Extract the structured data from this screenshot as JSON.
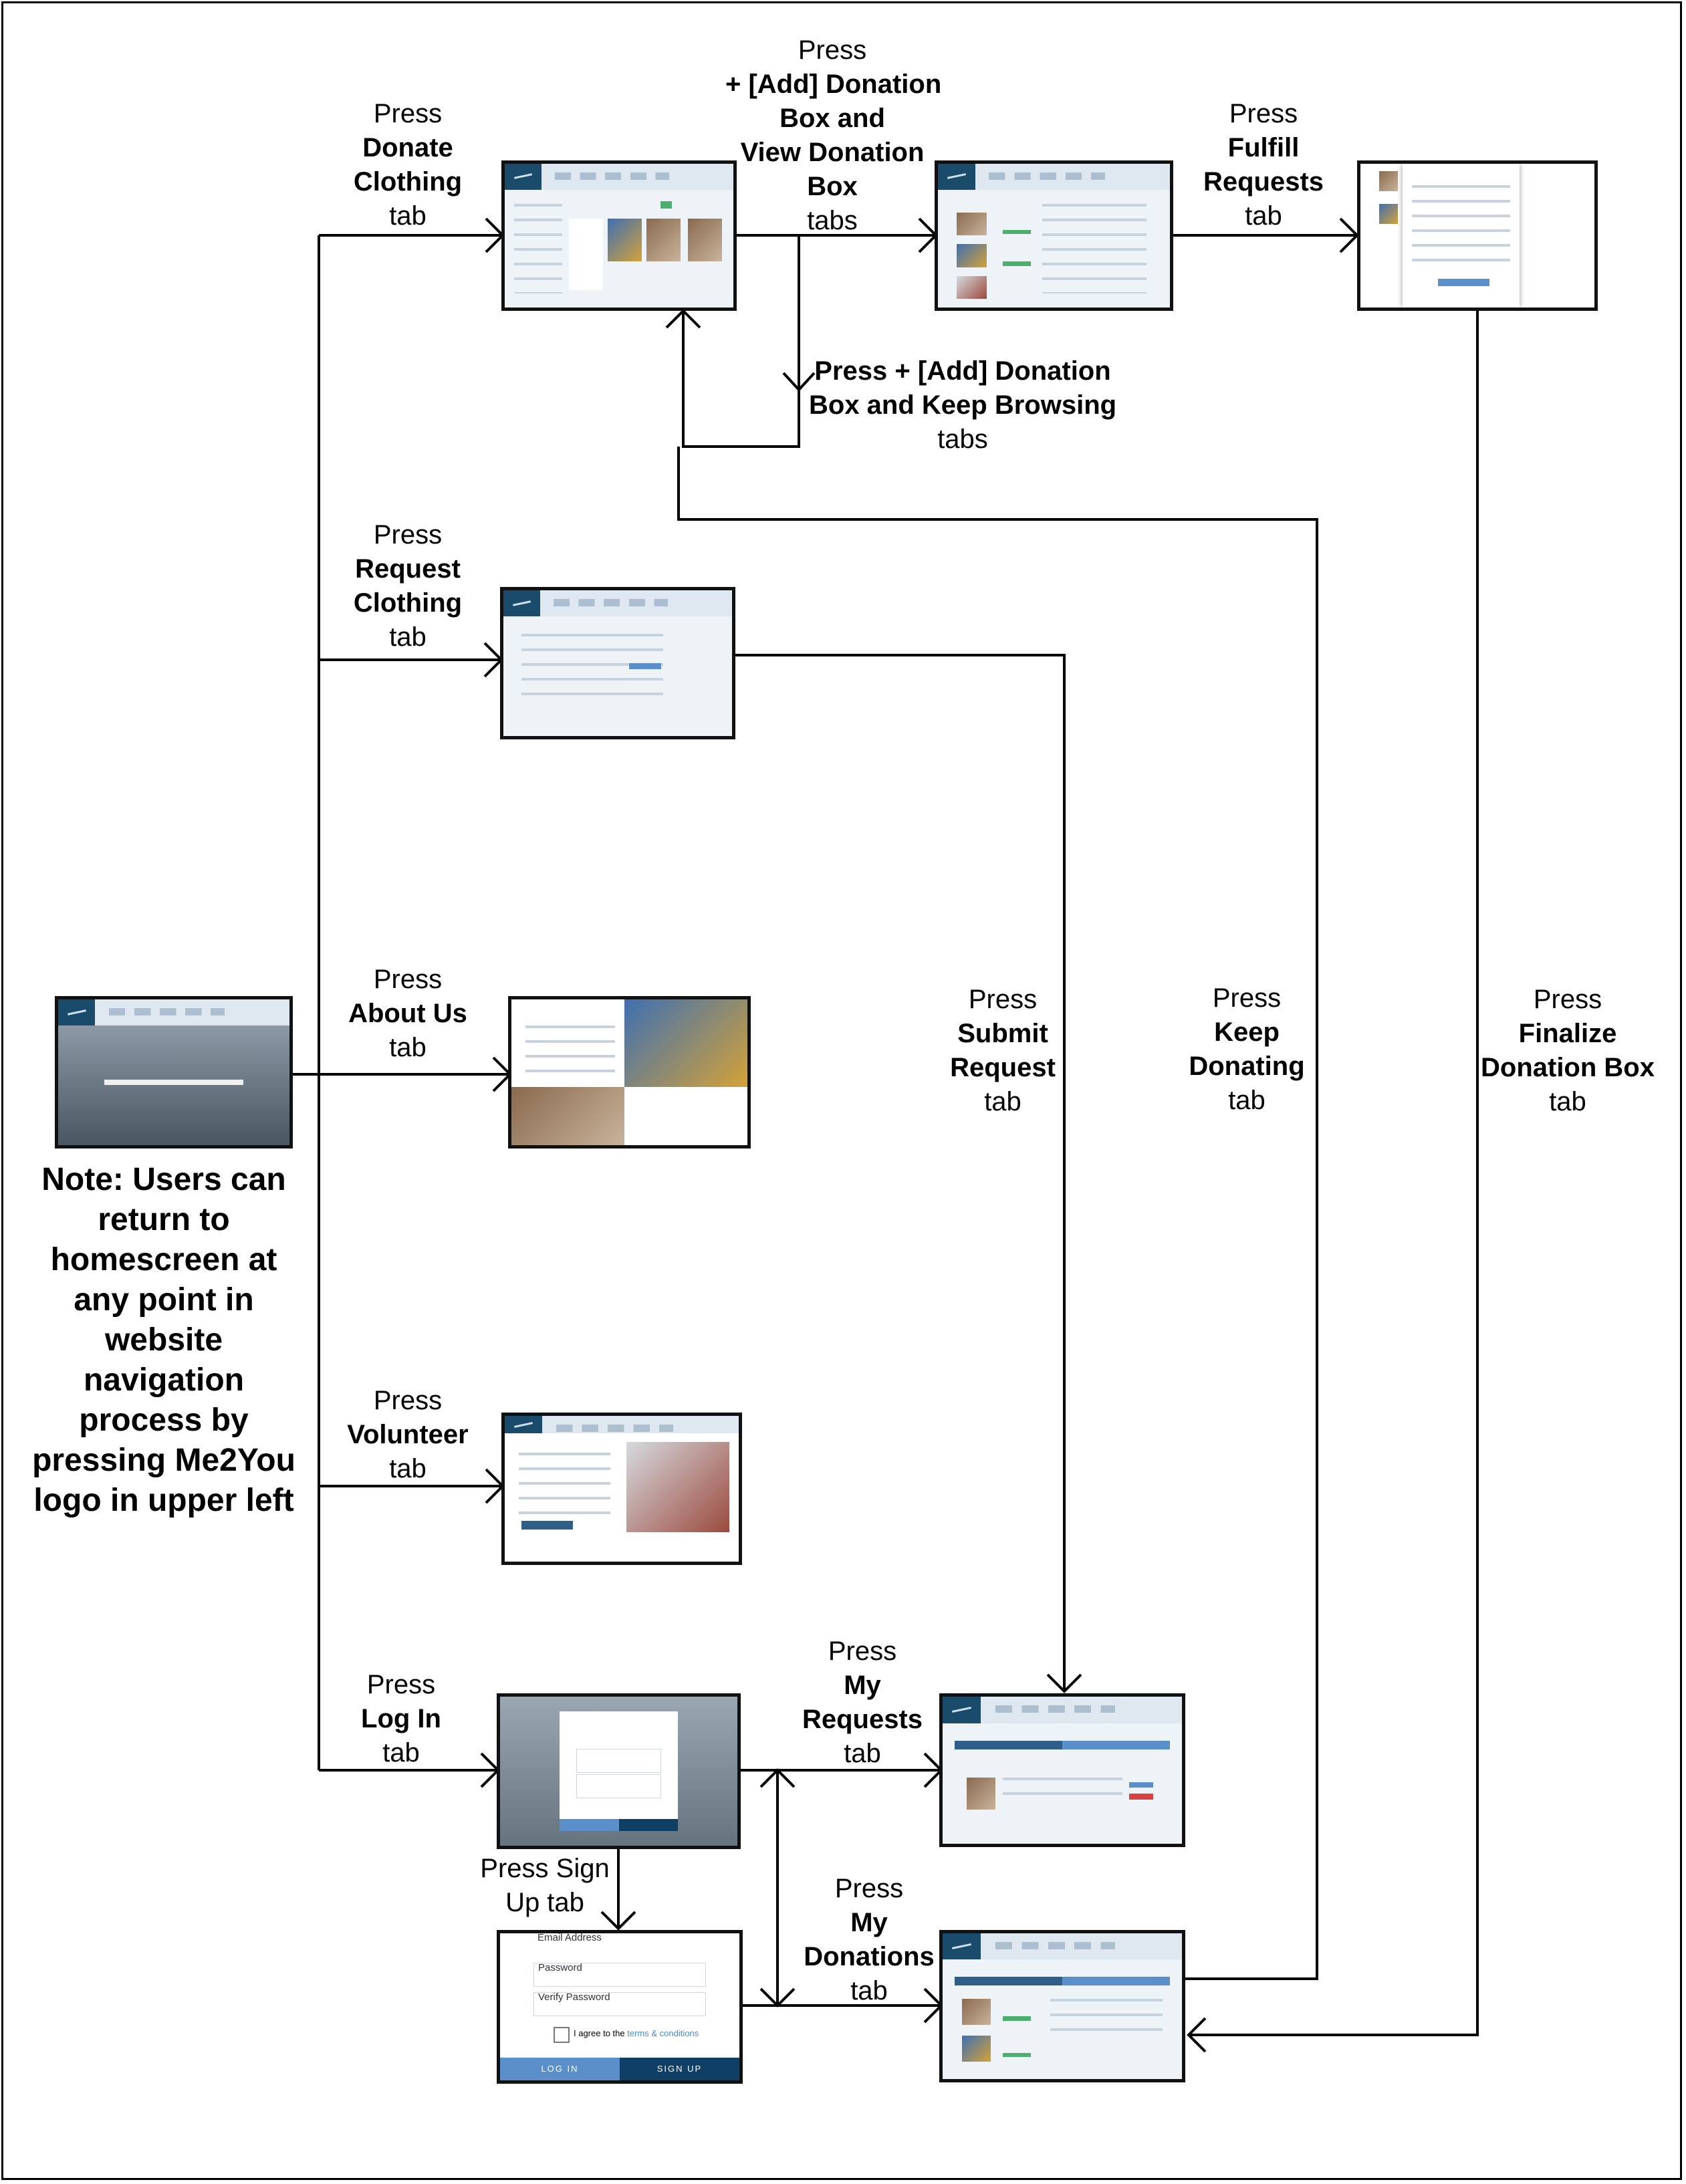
{
  "labels": {
    "donate_clothing": [
      "Press",
      "Donate",
      "Clothing",
      "tab"
    ],
    "add_view_box": [
      "Press",
      "+ [Add] Donation",
      "Box and",
      "View Donation",
      "Box",
      "tabs"
    ],
    "fulfill_requests": [
      "Press",
      "Fulfill",
      "Requests",
      "tab"
    ],
    "keep_browsing": [
      "Press + [Add] Donation",
      "Box and Keep Browsing",
      "tabs"
    ],
    "request_clothing": [
      "Press",
      "Request",
      "Clothing",
      "tab"
    ],
    "about_us": [
      "Press",
      "About Us",
      "tab"
    ],
    "submit_request": [
      "Press",
      "Submit",
      "Request",
      "tab"
    ],
    "keep_donating": [
      "Press",
      "Keep",
      "Donating",
      "tab"
    ],
    "finalize_box": [
      "Press",
      "Finalize",
      "Donation Box",
      "tab"
    ],
    "volunteer": [
      "Press",
      "Volunteer",
      "tab"
    ],
    "log_in": [
      "Press",
      "Log In",
      "tab"
    ],
    "my_requests": [
      "Press",
      "My",
      "Requests",
      "tab"
    ],
    "sign_up": [
      "Press Sign",
      "Up tab"
    ],
    "my_donations": [
      "Press",
      "My",
      "Donations",
      "tab"
    ]
  },
  "note": "Note: Users can return to homescreen at any point in website navigation process by pressing Me2You logo in upper left",
  "signup_form": {
    "email": "Email Address",
    "password": "Password",
    "verify": "Verify Password",
    "agree_prefix": "I agree to the ",
    "agree_link": "terms & conditions",
    "login_btn": "LOG IN",
    "signup_btn": "SIGN UP"
  },
  "colors": {
    "navy": "#1b4b6b",
    "link": "#3d8fd1",
    "login_bar": "#5b8fca",
    "signup_bar": "#0f3f64"
  }
}
